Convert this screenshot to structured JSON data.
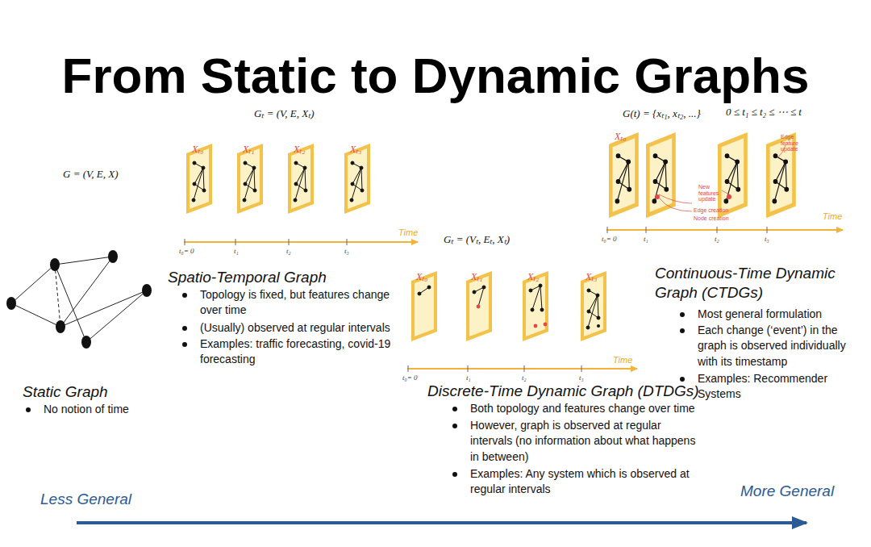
{
  "diagram": {
    "title": "From Static to Dynamic Graphs",
    "labels": [
      "G = (V, E, X)",
      "Gₜ = (V, E, Xₜ)",
      "Xₜ₀",
      "Xₜ₁",
      "Xₜ₂",
      "Xₜ₃",
      "t₀= 0",
      "t₁",
      "t₂",
      "t₃",
      "Time",
      "Spatio-Temporal Graph",
      "Topology is fixed, but features change over time",
      "(Usually) observed at regular intervals",
      "Examples: traffic forecasting, covid-19 forecasting",
      "Static Graph",
      "No notion of time",
      "Gₜ = (Vₜ, Eₜ, Xₜ)",
      "Xₜ₀",
      "Xₜ₁",
      "Xₜ₂",
      "Xₜ₃",
      "t₀= 0",
      "t₁",
      "t₂",
      "t₃",
      "Time",
      "Discrete-Time Dynamic Graph (DTDGs)",
      "Both topology and features change over time",
      "However, graph is observed at regular intervals (no information about what happens in between)",
      "Examples: Any system which is observed at regular intervals",
      "G(t) = {xₜ₁, xₜ₂, ...}",
      "0 ≤ t₁ ≤ t₂ ≤ ⋯ ≤ t",
      "Xₜ₀",
      "t₀= 0",
      "t₁",
      "t₂",
      "t₃",
      "Time",
      "New features update",
      "Edge creation",
      "Node creation",
      "Edge feature update",
      "Continuous-Time Dynamic Graph (CTDGs)",
      "Most general formulation",
      "Each change (‘event’) in the graph is observed individually with its timestamp",
      "Examples: Recommender Systems",
      "Less General",
      "More General"
    ]
  }
}
